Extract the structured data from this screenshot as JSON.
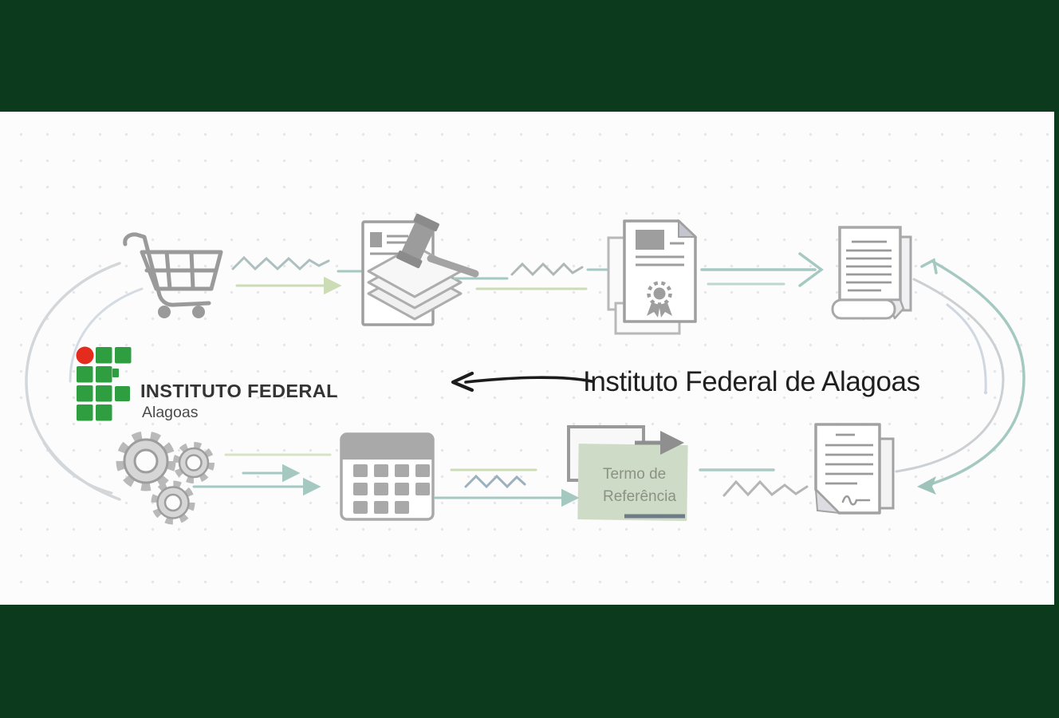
{
  "frame": {
    "color": "#0c3a1c"
  },
  "canvas": {
    "background": "#fcfcfd",
    "dot_color": "#e4e6e9"
  },
  "logo": {
    "line1": "INSTITUTO FEDERAL",
    "line2": "Alagoas",
    "green": "#2f9e41",
    "red": "#e32c1e"
  },
  "annotation": {
    "text": "Instituto Federal de Alagoas",
    "ink": "#1f1f1f"
  },
  "note": {
    "line1": "Termo de",
    "line2": "Referência",
    "background": "#cedcc7",
    "text_color": "#8b9283",
    "underline_color": "#6e7b87"
  },
  "palette": {
    "icon_gray": "#9e9e9e",
    "teal_connector": "#a5c9c1",
    "light_green_connector": "#ccddb5",
    "zigzag_gray": "#b0b7b7",
    "arc_gray": "#ccd0d3",
    "arc_blue": "#cfd7e1"
  },
  "icons": {
    "steps": [
      "shopping-cart-icon",
      "auction-documents-icon",
      "certificate-icon",
      "contract-scroll-icon",
      "gears-icon",
      "calendar-icon",
      "term-reference-note",
      "signed-documents-icon"
    ]
  }
}
